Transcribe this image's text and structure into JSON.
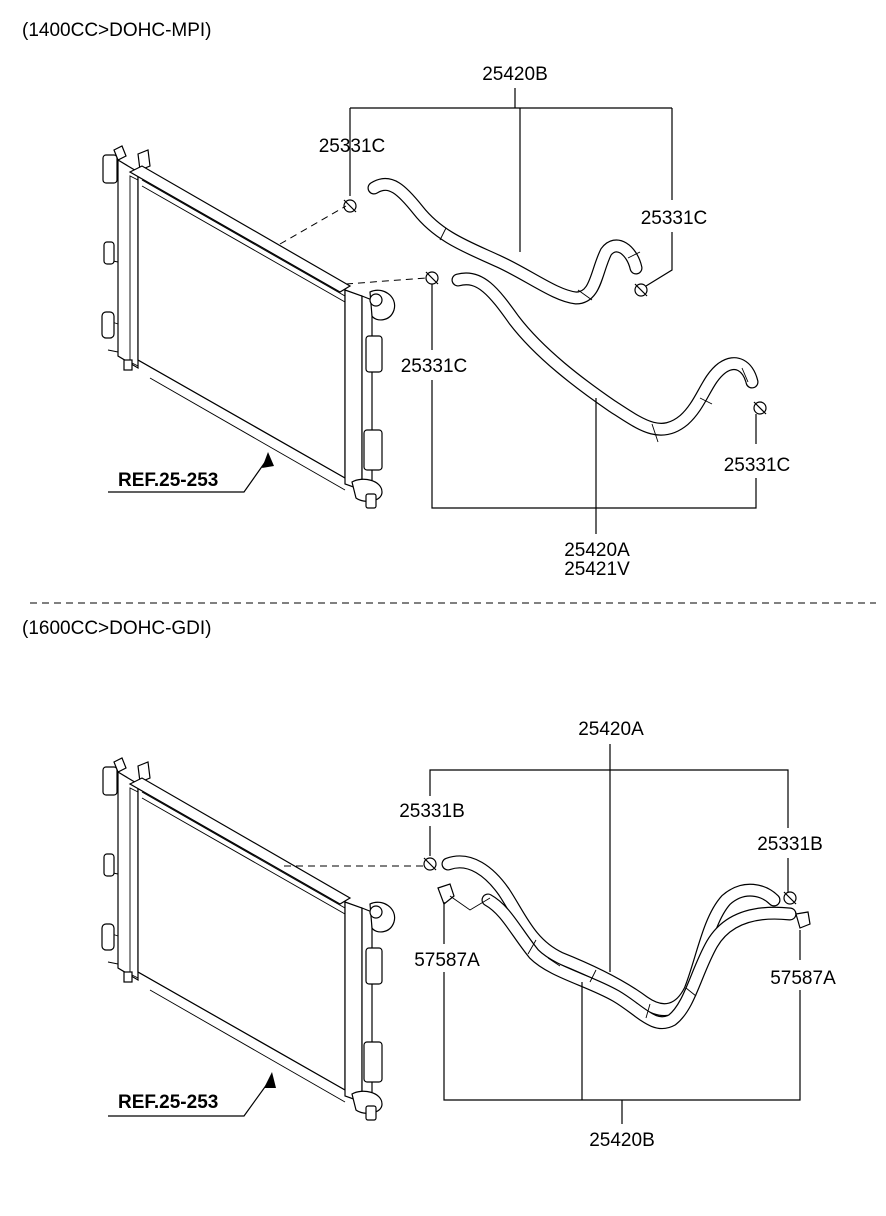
{
  "sections": [
    {
      "header": "(1400CC>DOHC-MPI)",
      "labels": {
        "hose_top": "25420B",
        "clamp_a": "25331C",
        "clamp_b": "25331C",
        "clamp_c": "25331C",
        "clamp_d": "25331C",
        "hose_bottom_1": "25420A",
        "hose_bottom_2": "25421V",
        "ref": "REF.25-253"
      }
    },
    {
      "header": "(1600CC>DOHC-GDI)",
      "labels": {
        "hose_top": "25420A",
        "clamp_a": "25331B",
        "clamp_b": "25331B",
        "clip_a": "57587A",
        "clip_b": "57587A",
        "hose_bottom": "25420B",
        "ref": "REF.25-253"
      }
    }
  ]
}
